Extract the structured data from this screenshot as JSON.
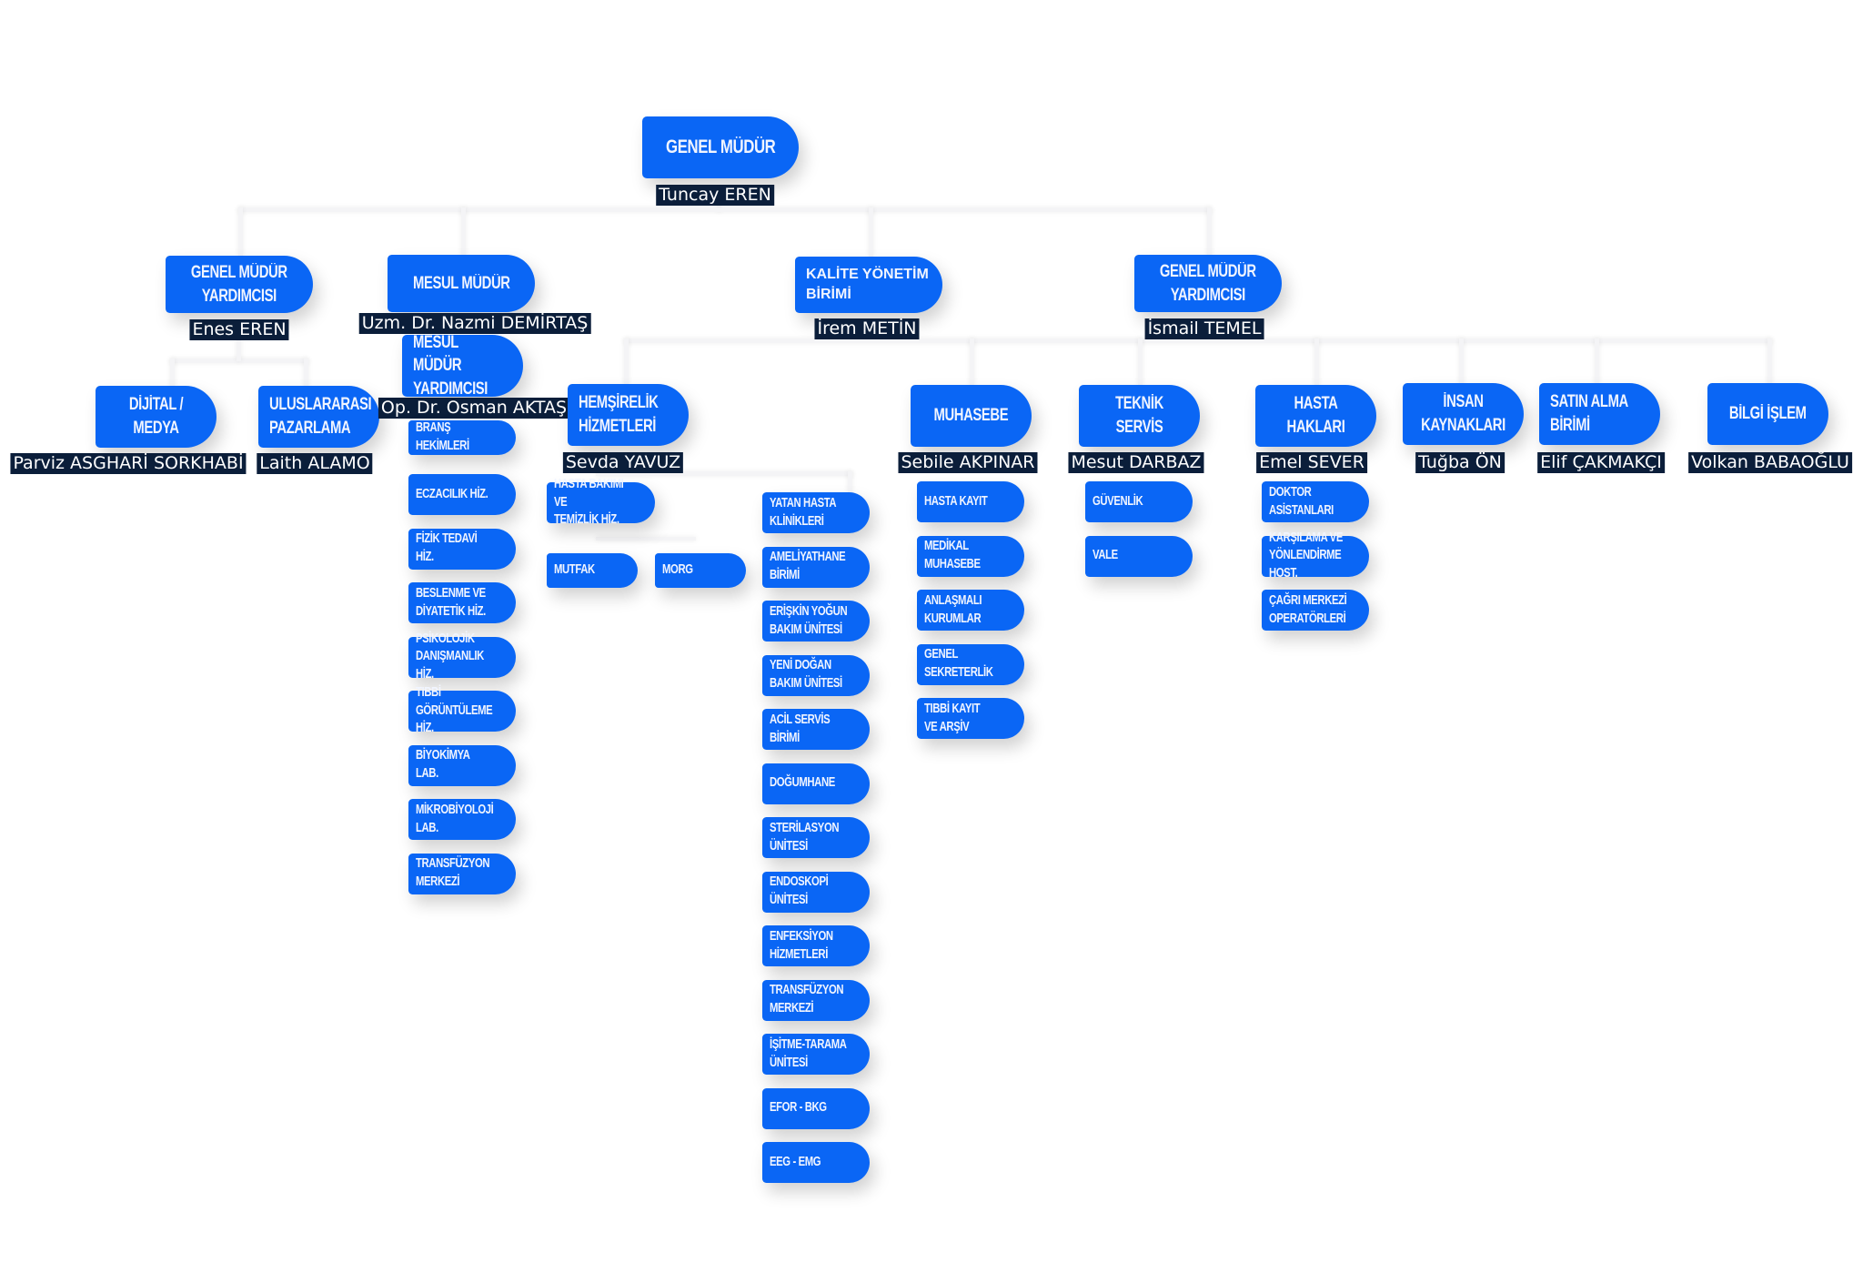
{
  "title": "Organizasyon Şeması",
  "colors": {
    "box": "#0a66f5",
    "name_label_bg": "#0b1e3a",
    "connector": "#f4f4f6",
    "background": "#ffffff"
  },
  "root": {
    "title": "GENEL MÜDÜR",
    "person": "Tuncay EREN"
  },
  "level1": {
    "gmy_left": {
      "title": "GENEL MÜDÜR\nYARDIMCISI",
      "person": "Enes EREN"
    },
    "mesul_mudur": {
      "title": "MESUL MÜDÜR",
      "person": "Uzm. Dr. Nazmi DEMİRTAŞ"
    },
    "kalite": {
      "title": "KALİTE YÖNETİM\nBİRİMİ",
      "person": "İrem METİN"
    },
    "gmy_right": {
      "title": "GENEL MÜDÜR\nYARDIMCISI",
      "person": "İsmail TEMEL"
    }
  },
  "gmy_left_units": [
    {
      "title": "DİJİTAL / MEDYA",
      "person": "Parviz ASGHARİ SORKHABİ"
    },
    {
      "title": "ULUSLARARASI\nPAZARLAMA",
      "person": "Laith ALAMO"
    }
  ],
  "mesul_yardimcisi": {
    "title": "MESUL MÜDÜR\nYARDIMCISI",
    "person": "Op. Dr. Osman AKTAŞ"
  },
  "mesul_units": [
    "BRANŞ HEKİMLERİ",
    "ECZACILIK HİZ.",
    "FİZİK TEDAVİ HİZ.",
    "BESLENME VE\nDİYATETİK HİZ.",
    "PSİKOLOJİK\nDANIŞMANLIK HİZ.",
    "TIBBİ\nGÖRÜNTÜLEME HİZ.",
    "BİYOKİMYA LAB.",
    "MİKROBİYOLOJİ LAB.",
    "TRANSFÜZYON\nMERKEZİ"
  ],
  "hemsirelik": {
    "title": "HEMŞİRELİK\nHİZMETLERİ",
    "person": "Sevda YAVUZ"
  },
  "hemsirelik_support": {
    "hasta_bakimi": "HASTA BAKIMI VE\nTEMİZLİK HİZ.",
    "mutfak": "MUTFAK",
    "morg": "MORG"
  },
  "hemsirelik_units": [
    "YATAN HASTA\nKLİNİKLERİ",
    "AMELİYATHANE\nBİRİMİ",
    "ERİŞKİN YOĞUN\nBAKIM ÜNİTESİ",
    "YENİ DOĞAN\nBAKIM ÜNİTESİ",
    "ACİL SERVİS\nBİRİMİ",
    "DOĞUMHANE",
    "STERİLASYON\nÜNİTESİ",
    "ENDOSKOPİ\nÜNİTESİ",
    "ENFEKSİYON\nHİZMETLERİ",
    "TRANSFÜZYON\nMERKEZİ",
    "İŞİTME-TARAMA\nÜNİTESİ",
    "EFOR - BKG",
    "EEG - EMG"
  ],
  "gmy_right_units": [
    {
      "title": "MUHASEBE",
      "person": "Sebile AKPINAR",
      "children": [
        "HASTA KAYIT",
        "MEDİKAL\nMUHASEBE",
        "ANLAŞMALI\nKURUMLAR",
        "GENEL\nSEKRETERLİK",
        "TIBBİ KAYIT\nVE ARŞİV"
      ]
    },
    {
      "title": "TEKNİK SERVİS",
      "person": "Mesut DARBAZ",
      "children": [
        "GÜVENLİK",
        "VALE"
      ]
    },
    {
      "title": "HASTA HAKLARI",
      "person": "Emel SEVER",
      "children": [
        "DOKTOR\nASİSTANLARI",
        "KARŞILAMA VE\nYÖNLENDİRME HOST.",
        "ÇAĞRI MERKEZİ\nOPERATÖRLERİ"
      ]
    },
    {
      "title": "İNSAN KAYNAKLARI",
      "person": "Tuğba ÖN",
      "children": []
    },
    {
      "title": "SATIN ALMA\nBİRİMİ",
      "person": "Elif ÇAKMAKÇI",
      "children": []
    },
    {
      "title": "BİLGİ İŞLEM",
      "person": "Volkan BABAOĞLU",
      "children": []
    }
  ]
}
